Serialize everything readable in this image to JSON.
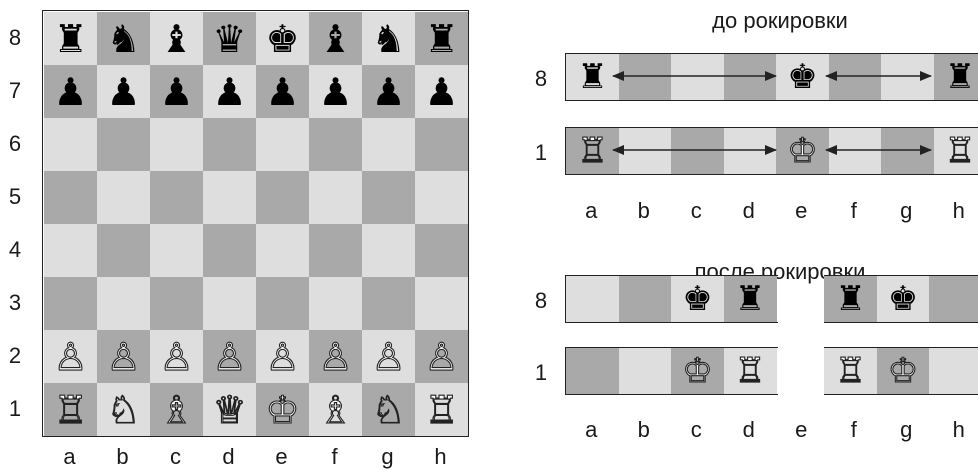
{
  "files": [
    "a",
    "b",
    "c",
    "d",
    "e",
    "f",
    "g",
    "h"
  ],
  "ranks": [
    "8",
    "7",
    "6",
    "5",
    "4",
    "3",
    "2",
    "1"
  ],
  "board": [
    [
      "♜",
      "♞",
      "♝",
      "♛",
      "♚",
      "♝",
      "♞",
      "♜"
    ],
    [
      "♟",
      "♟",
      "♟",
      "♟",
      "♟",
      "♟",
      "♟",
      "♟"
    ],
    [
      "",
      "",
      "",
      "",
      "",
      "",
      "",
      ""
    ],
    [
      "",
      "",
      "",
      "",
      "",
      "",
      "",
      ""
    ],
    [
      "",
      "",
      "",
      "",
      "",
      "",
      "",
      ""
    ],
    [
      "",
      "",
      "",
      "",
      "",
      "",
      "",
      ""
    ],
    [
      "♙",
      "♙",
      "♙",
      "♙",
      "♙",
      "♙",
      "♙",
      "♙"
    ],
    [
      "♖",
      "♘",
      "♗",
      "♕",
      "♔",
      "♗",
      "♘",
      "♖"
    ]
  ],
  "before": {
    "title": "до рокировки",
    "rank8_label": "8",
    "rank1_label": "1",
    "rank8": [
      "♜",
      "",
      "",
      "",
      "♚",
      "",
      "",
      "♜"
    ],
    "rank1": [
      "♖",
      "",
      "",
      "",
      "♔",
      "",
      "",
      "♖"
    ],
    "files": [
      "a",
      "b",
      "c",
      "d",
      "e",
      "f",
      "g",
      "h"
    ]
  },
  "after": {
    "title": "после рокировки",
    "rank8_label": "8",
    "rank1_label": "1",
    "left_rank8": [
      "",
      "",
      "♚",
      "♜"
    ],
    "left_rank1": [
      "",
      "",
      "♔",
      "♖"
    ],
    "right_rank8": [
      "♜",
      "♚",
      ""
    ],
    "right_rank1": [
      "♖",
      "♔",
      ""
    ],
    "files": [
      "a",
      "b",
      "c",
      "d",
      "e",
      "f",
      "g",
      "h"
    ]
  },
  "colors": {
    "light": "#dedede",
    "dark": "#a9a9a9",
    "arrow": "#222222"
  }
}
